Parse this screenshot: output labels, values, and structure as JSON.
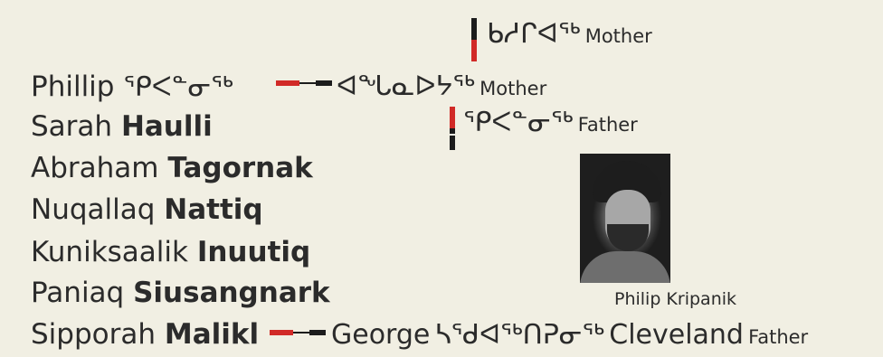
{
  "top_mother": {
    "syllabics": "ᑲᓱᒋᐊᖅ",
    "relation": "Mother"
  },
  "phillip": {
    "first": "Phillip",
    "syllabics": "ᕿᐸᓐᓂᖅ"
  },
  "middle_mother": {
    "syllabics": "ᐊᖓᓇᐅᔭᖅ",
    "relation": "Mother"
  },
  "father_right": {
    "syllabics": "ᕿᐸᓐᓂᖅ",
    "relation": "Father"
  },
  "people": [
    {
      "first": "Sarah",
      "last": "Haulli"
    },
    {
      "first": "Abraham",
      "last": "Tagornak"
    },
    {
      "first": "Nuqallaq",
      "last": "Nattiq"
    },
    {
      "first": "Kuniksaalik",
      "last": "Inuutiq"
    },
    {
      "first": "Paniaq",
      "last": "Siusangnark"
    },
    {
      "first": "Sipporah",
      "last": "Malikl"
    }
  ],
  "george": {
    "first": "George",
    "syllabics": "ᓴᕐᑯᐊᖅᑎᕈᓂᖅ",
    "last": "Cleveland",
    "relation": "Father"
  },
  "photo": {
    "caption": "Philip Kripanik"
  },
  "colors": {
    "red": "#d12a27",
    "black": "#1c1c1c",
    "background": "#f1efe3"
  }
}
